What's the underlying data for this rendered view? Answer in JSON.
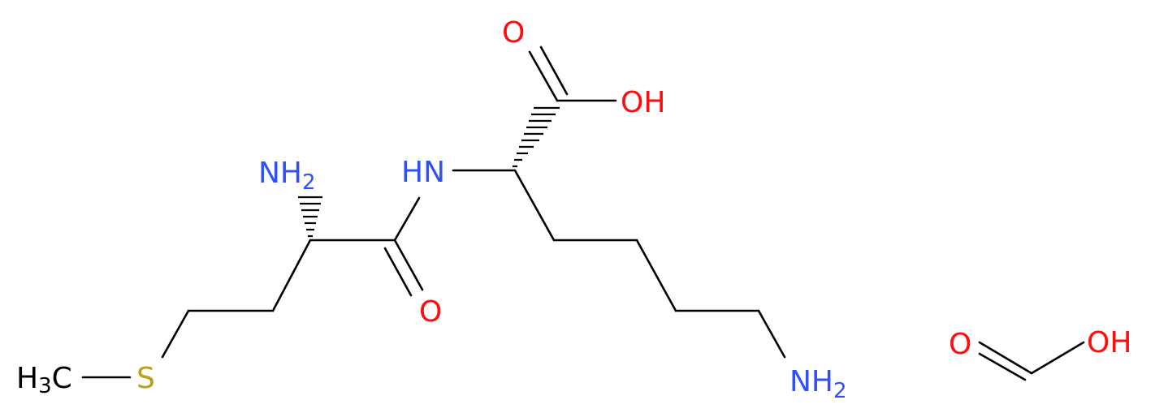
{
  "molecule": {
    "colors": {
      "bond": "#000000",
      "nitrogen": "#3050F8",
      "oxygen": "#FF0D0D",
      "sulfur": "#B8A01A",
      "carbon": "#000000"
    },
    "labels": {
      "methyl": {
        "main": "H",
        "sub": "3",
        "tail": "C"
      },
      "sulfur": "S",
      "amine_alpha": {
        "main": "NH",
        "sub": "2"
      },
      "amide_nh": "HN",
      "amide_o": "O",
      "acid_o_double": "O",
      "acid_oh": "OH",
      "amine_epsilon": {
        "main": "NH",
        "sub": "2"
      },
      "formic_o": "O",
      "formic_oh": "OH"
    }
  }
}
